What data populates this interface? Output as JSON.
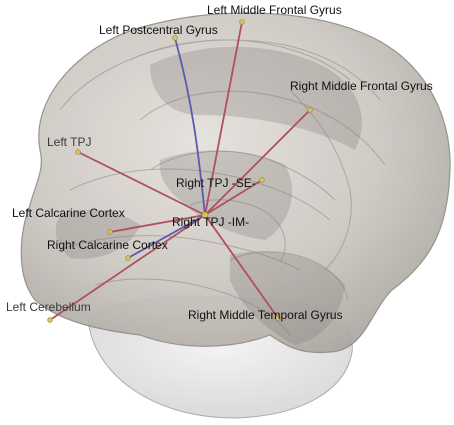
{
  "labels": {
    "left_middle_frontal_gyrus": "Left Middle Frontal Gyrus",
    "left_postcentral_gyrus": "Left Postcentral Gyrus",
    "right_middle_frontal_gyrus": "Right Middle Frontal Gyrus",
    "left_tpj": "Left TPJ",
    "right_tpj_se": "Right TPJ -SE-",
    "left_calcarine_cortex": "Left Calcarine Cortex",
    "right_tpj_im": "Right TPJ -IM-",
    "right_calcarine_cortex": "Right Calcarine Cortex",
    "left_cerebellum": "Left Cerebellum",
    "right_middle_temporal_gyrus": "Right Middle Temporal Gyrus"
  },
  "colors": {
    "red_connection": "#b0505a",
    "blue_connection": "#5a5ab4",
    "node": "#d8c25a",
    "brain_fill": "#c9c4bd",
    "brain_edge": "#8f8a85",
    "label_text": "#111111"
  }
}
